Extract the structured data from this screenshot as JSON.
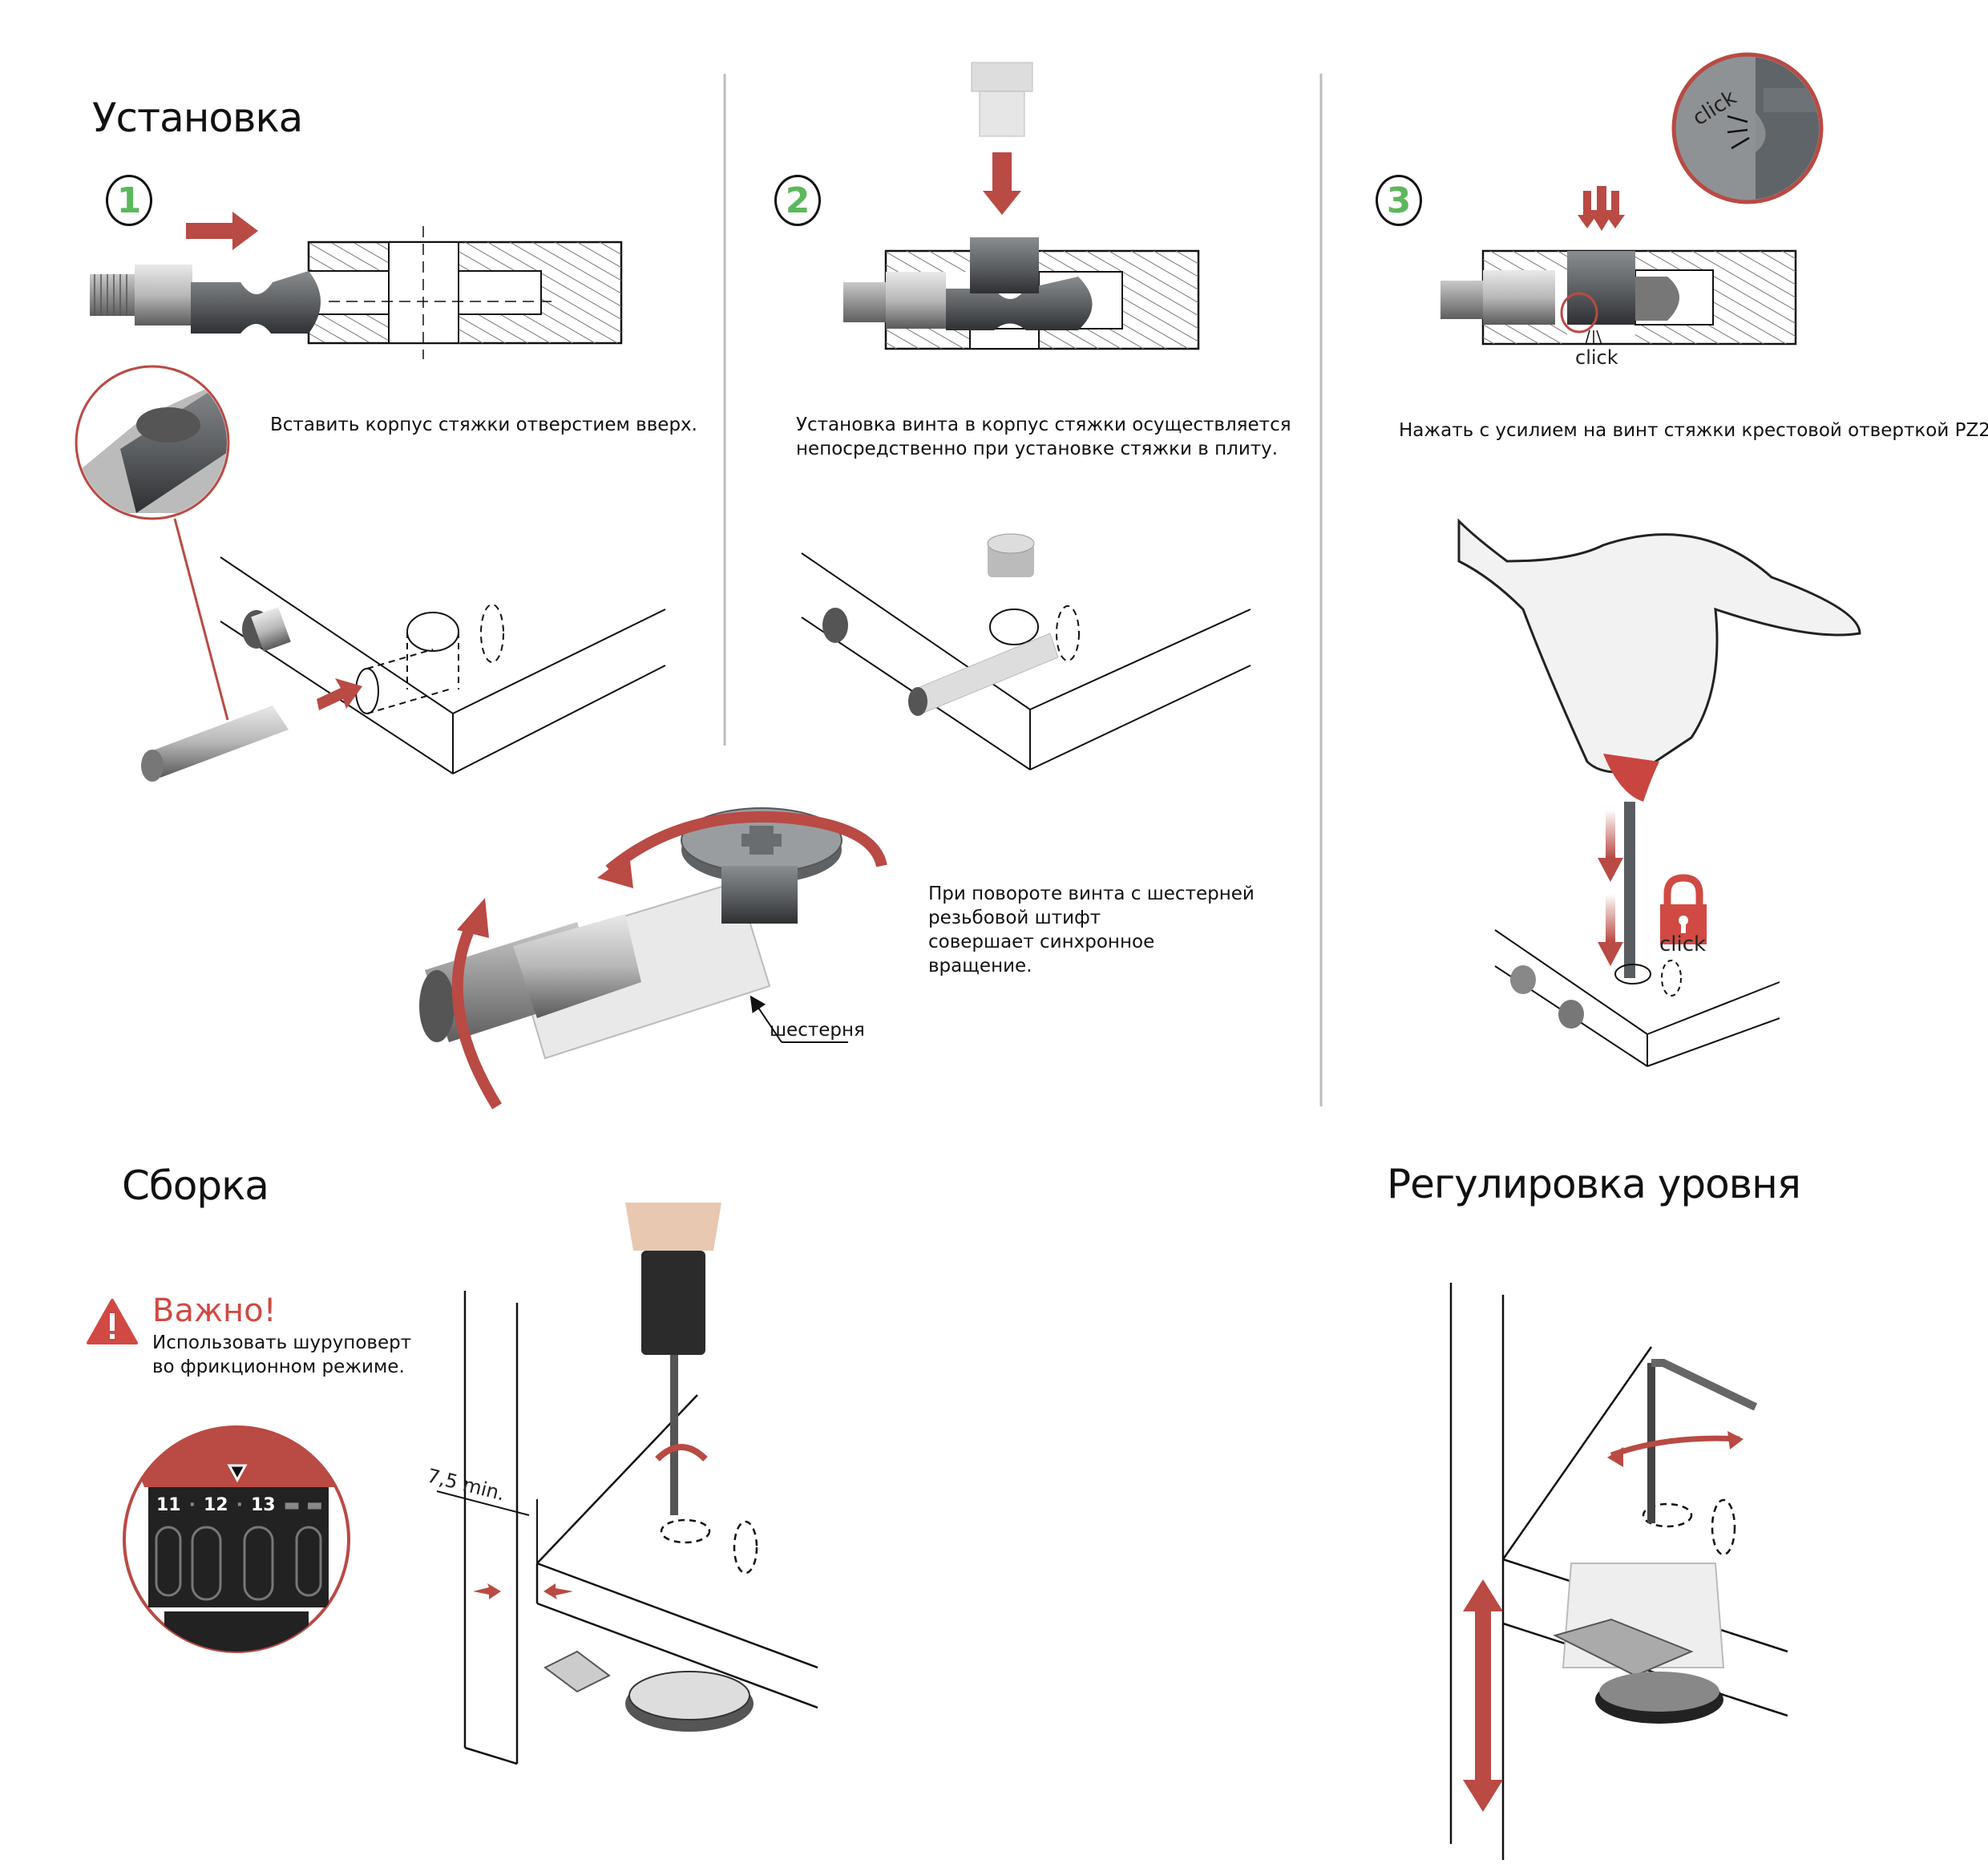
{
  "colors": {
    "accent_red": "#b94a44",
    "step_green": "#5cb85c",
    "line_dark": "#111111",
    "metal_gray": "#7a7d80",
    "divider_gray": "#bdbdbd"
  },
  "sections": {
    "installation": {
      "title": "Установка",
      "steps": [
        {
          "number": "1",
          "caption": "Вставить корпус стяжки отверстием вверх."
        },
        {
          "number": "2",
          "caption_lines": [
            "Установка винта в корпус стяжки осуществляется",
            "непосредственно при установке стяжки в плиту."
          ]
        },
        {
          "number": "3",
          "caption": "Нажать с усилием на винт стяжки крестовой отверткой PZ2.",
          "click_labels": [
            "click",
            "click",
            "click"
          ]
        }
      ],
      "gear_note": {
        "lines": [
          "При повороте винта с шестерней",
          "резьбовой штифт",
          "совершает синхронное",
          "вращение."
        ],
        "callout_label": "шестерня"
      }
    },
    "assembly": {
      "title": "Сборка",
      "important": {
        "icon": "warning-triangle-icon",
        "title": "Важно!",
        "lines": [
          "Использовать шуруповерт",
          "во фрикционном режиме."
        ]
      },
      "clutch_dial": [
        "11",
        "12",
        "13"
      ],
      "dimension_label": "7,5 min."
    },
    "leveling": {
      "title": "Регулировка уровня"
    }
  }
}
